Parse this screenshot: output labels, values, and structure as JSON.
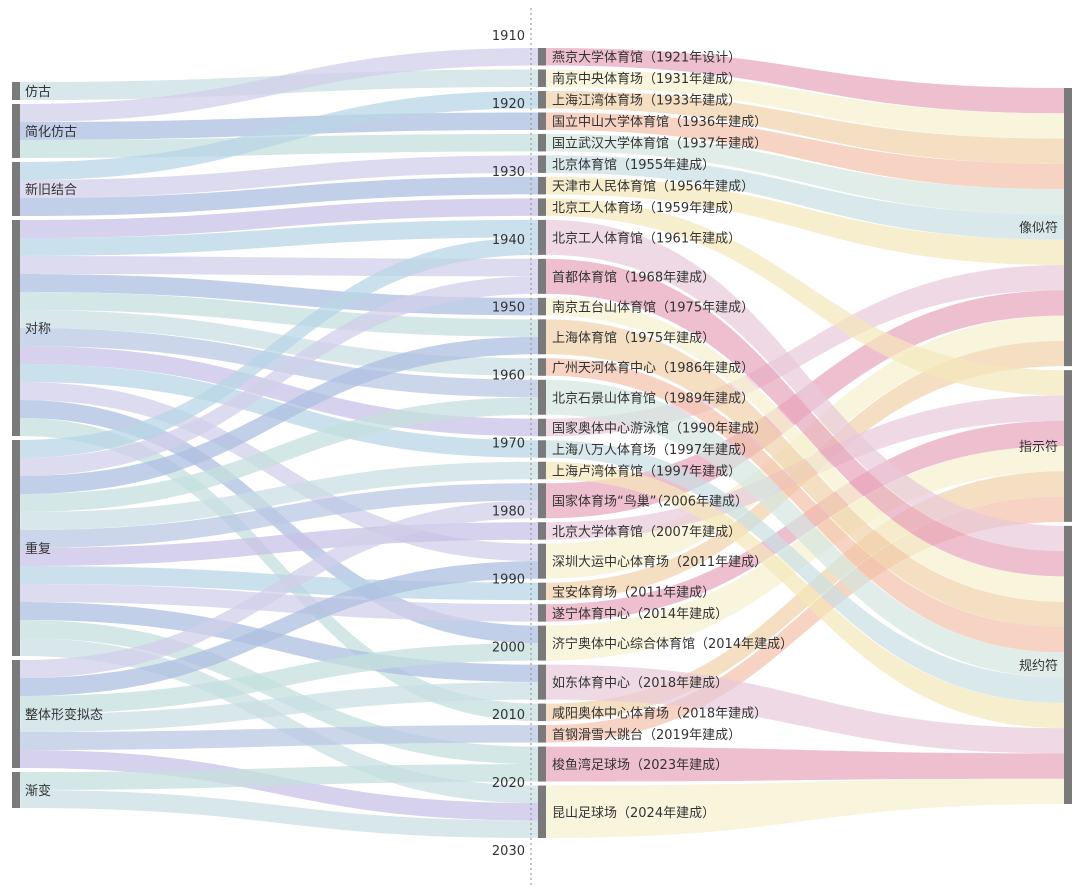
{
  "colors": {
    "node_bar": "#7a7a7a",
    "timeline": "#8a8a8a",
    "flow_palette": [
      "#c9dfe3",
      "#b9c8e4",
      "#c8c2e6",
      "#b8d6e6",
      "#d2cfea",
      "#aebfe0",
      "#c4e0de"
    ],
    "right_palette": [
      "#e7a4bb",
      "#f2c0a8",
      "#f4e7b9",
      "#f7f1cf",
      "#d4e6e0",
      "#e8c9d9",
      "#f1d1a9",
      "#c9dfe3"
    ]
  },
  "chart_data": {
    "type": "sankey",
    "timeline": {
      "years": [
        "1910",
        "1920",
        "1930",
        "1940",
        "1950",
        "1960",
        "1970",
        "1980",
        "1990",
        "2000",
        "2010",
        "2020",
        "2030"
      ],
      "range": [
        1910,
        2030
      ]
    },
    "left_nodes": [
      {
        "name": "仿古"
      },
      {
        "name": "简化仿古"
      },
      {
        "name": "新旧结合"
      },
      {
        "name": "对称"
      },
      {
        "name": "重复"
      },
      {
        "name": "整体形变拟态"
      },
      {
        "name": "渐变"
      }
    ],
    "right_nodes": [
      {
        "name": "像似符"
      },
      {
        "name": "指示符"
      },
      {
        "name": "规约符"
      }
    ],
    "venues": [
      {
        "name": "燕京大学体育馆（1921年设计）",
        "year": 1921
      },
      {
        "name": "南京中央体育场（1931年建成）",
        "year": 1931
      },
      {
        "name": "上海江湾体育场（1933年建成）",
        "year": 1933
      },
      {
        "name": "国立中山大学体育馆（1936年建成）",
        "year": 1936
      },
      {
        "name": "国立武汉大学体育馆（1937年建成）",
        "year": 1937
      },
      {
        "name": "北京体育馆（1955年建成）",
        "year": 1955
      },
      {
        "name": "天津市人民体育馆（1956年建成）",
        "year": 1956
      },
      {
        "name": "北京工人体育场（1959年建成）",
        "year": 1959
      },
      {
        "name": "北京工人体育馆（1961年建成）",
        "year": 1961
      },
      {
        "name": "首都体育馆（1968年建成）",
        "year": 1968
      },
      {
        "name": "南京五台山体育馆（1975年建成）",
        "year": 1975
      },
      {
        "name": "上海体育馆（1975年建成）",
        "year": 1975
      },
      {
        "name": "广州天河体育中心（1986年建成）",
        "year": 1986
      },
      {
        "name": "北京石景山体育馆（1989年建成）",
        "year": 1989
      },
      {
        "name": "国家奥体中心游泳馆（1990年建成）",
        "year": 1990
      },
      {
        "name": "上海八万人体育场（1997年建成）",
        "year": 1997
      },
      {
        "name": "上海卢湾体育馆（1997年建成）",
        "year": 1997
      },
      {
        "name": "国家体育场“鸟巢”（2006年建成）",
        "year": 2006
      },
      {
        "name": "北京大学体育馆（2007年建成）",
        "year": 2007
      },
      {
        "name": "深圳大运中心体育场（2011年建成）",
        "year": 2011
      },
      {
        "name": "宝安体育场（2011年建成）",
        "year": 2011
      },
      {
        "name": "遂宁体育中心（2014年建成）",
        "year": 2014
      },
      {
        "name": "济宁奥体中心综合体育馆（2014年建成）",
        "year": 2014
      },
      {
        "name": "如东体育中心（2018年建成）",
        "year": 2018
      },
      {
        "name": "咸阳奥体中心体育场（2018年建成）",
        "year": 2018
      },
      {
        "name": "首钢滑雪大跳台（2019年建成）",
        "year": 2019
      },
      {
        "name": "梭鱼湾足球场（2023年建成）",
        "year": 2023
      },
      {
        "name": "昆山足球场（2024年建成）",
        "year": 2024
      }
    ],
    "left_links": [
      {
        "source": "仿古",
        "target": "南京中央体育场（1931年建成）",
        "value": 1
      },
      {
        "source": "简化仿古",
        "target": "燕京大学体育馆（1921年设计）",
        "value": 1
      },
      {
        "source": "简化仿古",
        "target": "国立中山大学体育馆（1936年建成）",
        "value": 1
      },
      {
        "source": "简化仿古",
        "target": "国立武汉大学体育馆（1937年建成）",
        "value": 1
      },
      {
        "source": "新旧结合",
        "target": "上海江湾体育场（1933年建成）",
        "value": 1
      },
      {
        "source": "新旧结合",
        "target": "北京体育馆（1955年建成）",
        "value": 1
      },
      {
        "source": "新旧结合",
        "target": "天津市人民体育馆（1956年建成）",
        "value": 1
      },
      {
        "source": "对称",
        "target": "北京工人体育场（1959年建成）",
        "value": 1
      },
      {
        "source": "对称",
        "target": "北京工人体育馆（1961年建成）",
        "value": 1
      },
      {
        "source": "对称",
        "target": "首都体育馆（1968年建成）",
        "value": 1
      },
      {
        "source": "对称",
        "target": "南京五台山体育馆（1975年建成）",
        "value": 1
      },
      {
        "source": "对称",
        "target": "上海体育馆（1975年建成）",
        "value": 1
      },
      {
        "source": "对称",
        "target": "广州天河体育中心（1986年建成）",
        "value": 1
      },
      {
        "source": "对称",
        "target": "北京石景山体育馆（1989年建成）",
        "value": 1
      },
      {
        "source": "对称",
        "target": "国家奥体中心游泳馆（1990年建成）",
        "value": 1
      },
      {
        "source": "对称",
        "target": "上海八万人体育场（1997年建成）",
        "value": 1
      },
      {
        "source": "对称",
        "target": "深圳大运中心体育场（2011年建成）",
        "value": 1
      },
      {
        "source": "对称",
        "target": "济宁奥体中心综合体育馆（2014年建成）",
        "value": 1
      },
      {
        "source": "对称",
        "target": "咸阳奥体中心体育场（2018年建成）",
        "value": 1
      },
      {
        "source": "重复",
        "target": "北京工人体育馆（1961年建成）",
        "value": 1
      },
      {
        "source": "重复",
        "target": "首都体育馆（1968年建成）",
        "value": 1
      },
      {
        "source": "重复",
        "target": "上海体育馆（1975年建成）",
        "value": 1
      },
      {
        "source": "重复",
        "target": "北京石景山体育馆（1989年建成）",
        "value": 1
      },
      {
        "source": "重复",
        "target": "上海卢湾体育馆（1997年建成）",
        "value": 1
      },
      {
        "source": "重复",
        "target": "国家体育场“鸟巢”（2006年建成）",
        "value": 1
      },
      {
        "source": "重复",
        "target": "北京大学体育馆（2007年建成）",
        "value": 1
      },
      {
        "source": "重复",
        "target": "宝安体育场（2011年建成）",
        "value": 1
      },
      {
        "source": "重复",
        "target": "遂宁体育中心（2014年建成）",
        "value": 1
      },
      {
        "source": "重复",
        "target": "如东体育中心（2018年建成）",
        "value": 1
      },
      {
        "source": "重复",
        "target": "梭鱼湾足球场（2023年建成）",
        "value": 1
      },
      {
        "source": "重复",
        "target": "昆山足球场（2024年建成）",
        "value": 1
      },
      {
        "source": "整体形变拟态",
        "target": "国家体育场“鸟巢”（2006年建成）",
        "value": 1
      },
      {
        "source": "整体形变拟态",
        "target": "深圳大运中心体育场（2011年建成）",
        "value": 1
      },
      {
        "source": "整体形变拟态",
        "target": "济宁奥体中心综合体育馆（2014年建成）",
        "value": 1
      },
      {
        "source": "整体形变拟态",
        "target": "如东体育中心（2018年建成）",
        "value": 1
      },
      {
        "source": "整体形变拟态",
        "target": "首钢滑雪大跳台（2019年建成）",
        "value": 1
      },
      {
        "source": "整体形变拟态",
        "target": "昆山足球场（2024年建成）",
        "value": 1
      },
      {
        "source": "渐变",
        "target": "梭鱼湾足球场（2023年建成）",
        "value": 1
      },
      {
        "source": "渐变",
        "target": "昆山足球场（2024年建成）",
        "value": 1
      }
    ],
    "right_links": [
      {
        "source": "燕京大学体育馆（1921年设计）",
        "target": "像似符",
        "value": 1
      },
      {
        "source": "南京中央体育场（1931年建成）",
        "target": "像似符",
        "value": 1
      },
      {
        "source": "上海江湾体育场（1933年建成）",
        "target": "像似符",
        "value": 1
      },
      {
        "source": "国立中山大学体育馆（1936年建成）",
        "target": "像似符",
        "value": 1
      },
      {
        "source": "国立武汉大学体育馆（1937年建成）",
        "target": "像似符",
        "value": 1
      },
      {
        "source": "北京体育馆（1955年建成）",
        "target": "像似符",
        "value": 1
      },
      {
        "source": "天津市人民体育馆（1956年建成）",
        "target": "像似符",
        "value": 1
      },
      {
        "source": "北京工人体育场（1959年建成）",
        "target": "指示符",
        "value": 1
      },
      {
        "source": "北京工人体育馆（1961年建成）",
        "target": "规约符",
        "value": 1
      },
      {
        "source": "首都体育馆（1968年建成）",
        "target": "规约符",
        "value": 1
      },
      {
        "source": "南京五台山体育馆（1975年建成）",
        "target": "规约符",
        "value": 1
      },
      {
        "source": "上海体育馆（1975年建成）",
        "target": "规约符",
        "value": 1
      },
      {
        "source": "广州天河体育中心（1986年建成）",
        "target": "规约符",
        "value": 1
      },
      {
        "source": "北京石景山体育馆（1989年建成）",
        "target": "规约符",
        "value": 1
      },
      {
        "source": "国家奥体中心游泳馆（1990年建成）",
        "target": "像似符",
        "value": 1
      },
      {
        "source": "上海八万人体育场（1997年建成）",
        "target": "规约符",
        "value": 1
      },
      {
        "source": "上海卢湾体育馆（1997年建成）",
        "target": "规约符",
        "value": 1
      },
      {
        "source": "国家体育场“鸟巢”（2006年建成）",
        "target": "像似符",
        "value": 1
      },
      {
        "source": "北京大学体育馆（2007年建成）",
        "target": "指示符",
        "value": 1
      },
      {
        "source": "深圳大运中心体育场（2011年建成）",
        "target": "像似符",
        "value": 1
      },
      {
        "source": "宝安体育场（2011年建成）",
        "target": "像似符",
        "value": 1
      },
      {
        "source": "遂宁体育中心（2014年建成）",
        "target": "指示符",
        "value": 1
      },
      {
        "source": "济宁奥体中心综合体育馆（2014年建成）",
        "target": "指示符",
        "value": 1
      },
      {
        "source": "如东体育中心（2018年建成）",
        "target": "规约符",
        "value": 1
      },
      {
        "source": "咸阳奥体中心体育场（2018年建成）",
        "target": "指示符",
        "value": 1
      },
      {
        "source": "首钢滑雪大跳台（2019年建成）",
        "target": "指示符",
        "value": 1
      },
      {
        "source": "梭鱼湾足球场（2023年建成）",
        "target": "规约符",
        "value": 1
      },
      {
        "source": "昆山足球场（2024年建成）",
        "target": "规约符",
        "value": 1
      }
    ]
  }
}
